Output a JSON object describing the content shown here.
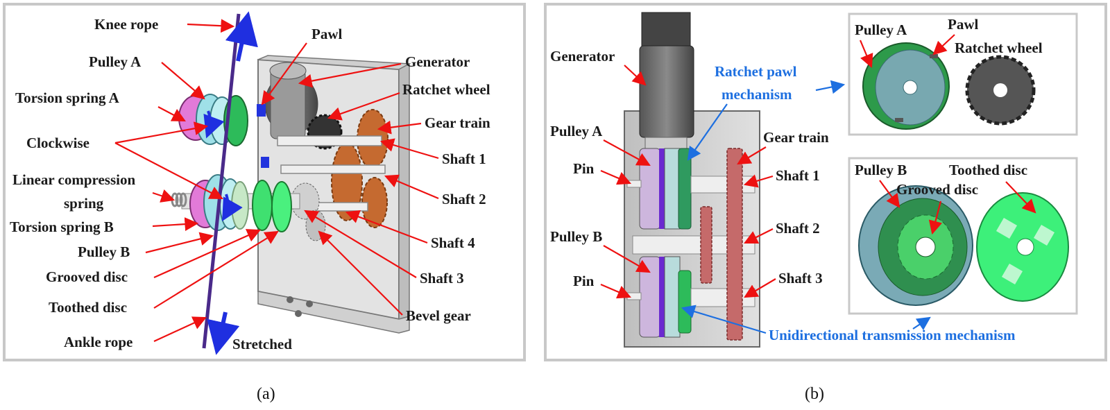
{
  "panel_a": {
    "caption": "(a)",
    "labels": {
      "knee_rope": "Knee rope",
      "pulley_a": "Pulley A",
      "torsion_spring_a": "Torsion spring A",
      "clockwise": "Clockwise",
      "linear_compression_spring_1": "Linear compression",
      "linear_compression_spring_2": "spring",
      "torsion_spring_b": "Torsion spring B",
      "pulley_b": "Pulley B",
      "grooved_disc": "Grooved disc",
      "toothed_disc": "Toothed disc",
      "ankle_rope": "Ankle rope",
      "stretched": "Stretched",
      "pawl": "Pawl",
      "generator": "Generator",
      "ratchet_wheel": "Ratchet wheel",
      "gear_train": "Gear train",
      "shaft_1": "Shaft 1",
      "shaft_2": "Shaft 2",
      "shaft_4": "Shaft 4",
      "shaft_3": "Shaft 3",
      "bevel_gear": "Bevel gear"
    }
  },
  "panel_b": {
    "caption": "(b)",
    "labels": {
      "generator": "Generator",
      "ratchet_pawl_1": "Ratchet pawl",
      "ratchet_pawl_2": "mechanism",
      "pulley_a": "Pulley A",
      "pin_top": "Pin",
      "gear_train": "Gear train",
      "shaft_1": "Shaft 1",
      "shaft_2": "Shaft 2",
      "shaft_3": "Shaft 3",
      "pulley_b": "Pulley B",
      "pin_bottom": "Pin",
      "unidirectional": "Unidirectional transmission mechanism",
      "inset_pulley_a": "Pulley A",
      "inset_pawl": "Pawl",
      "inset_ratchet_wheel": "Ratchet wheel",
      "inset_pulley_b": "Pulley B",
      "inset_toothed_disc": "Toothed disc",
      "inset_grooved_disc": "Grooved disc"
    }
  },
  "colors": {
    "label_arrow": "#ee1111",
    "highlight_text": "#1d6fe0",
    "frame": "#c8c8c8",
    "pulley_pink": "#e27ad8",
    "pulley_cyan": "#9fe0e8",
    "disc_green": "#2dbb5a",
    "gear_copper": "#c56a30"
  }
}
